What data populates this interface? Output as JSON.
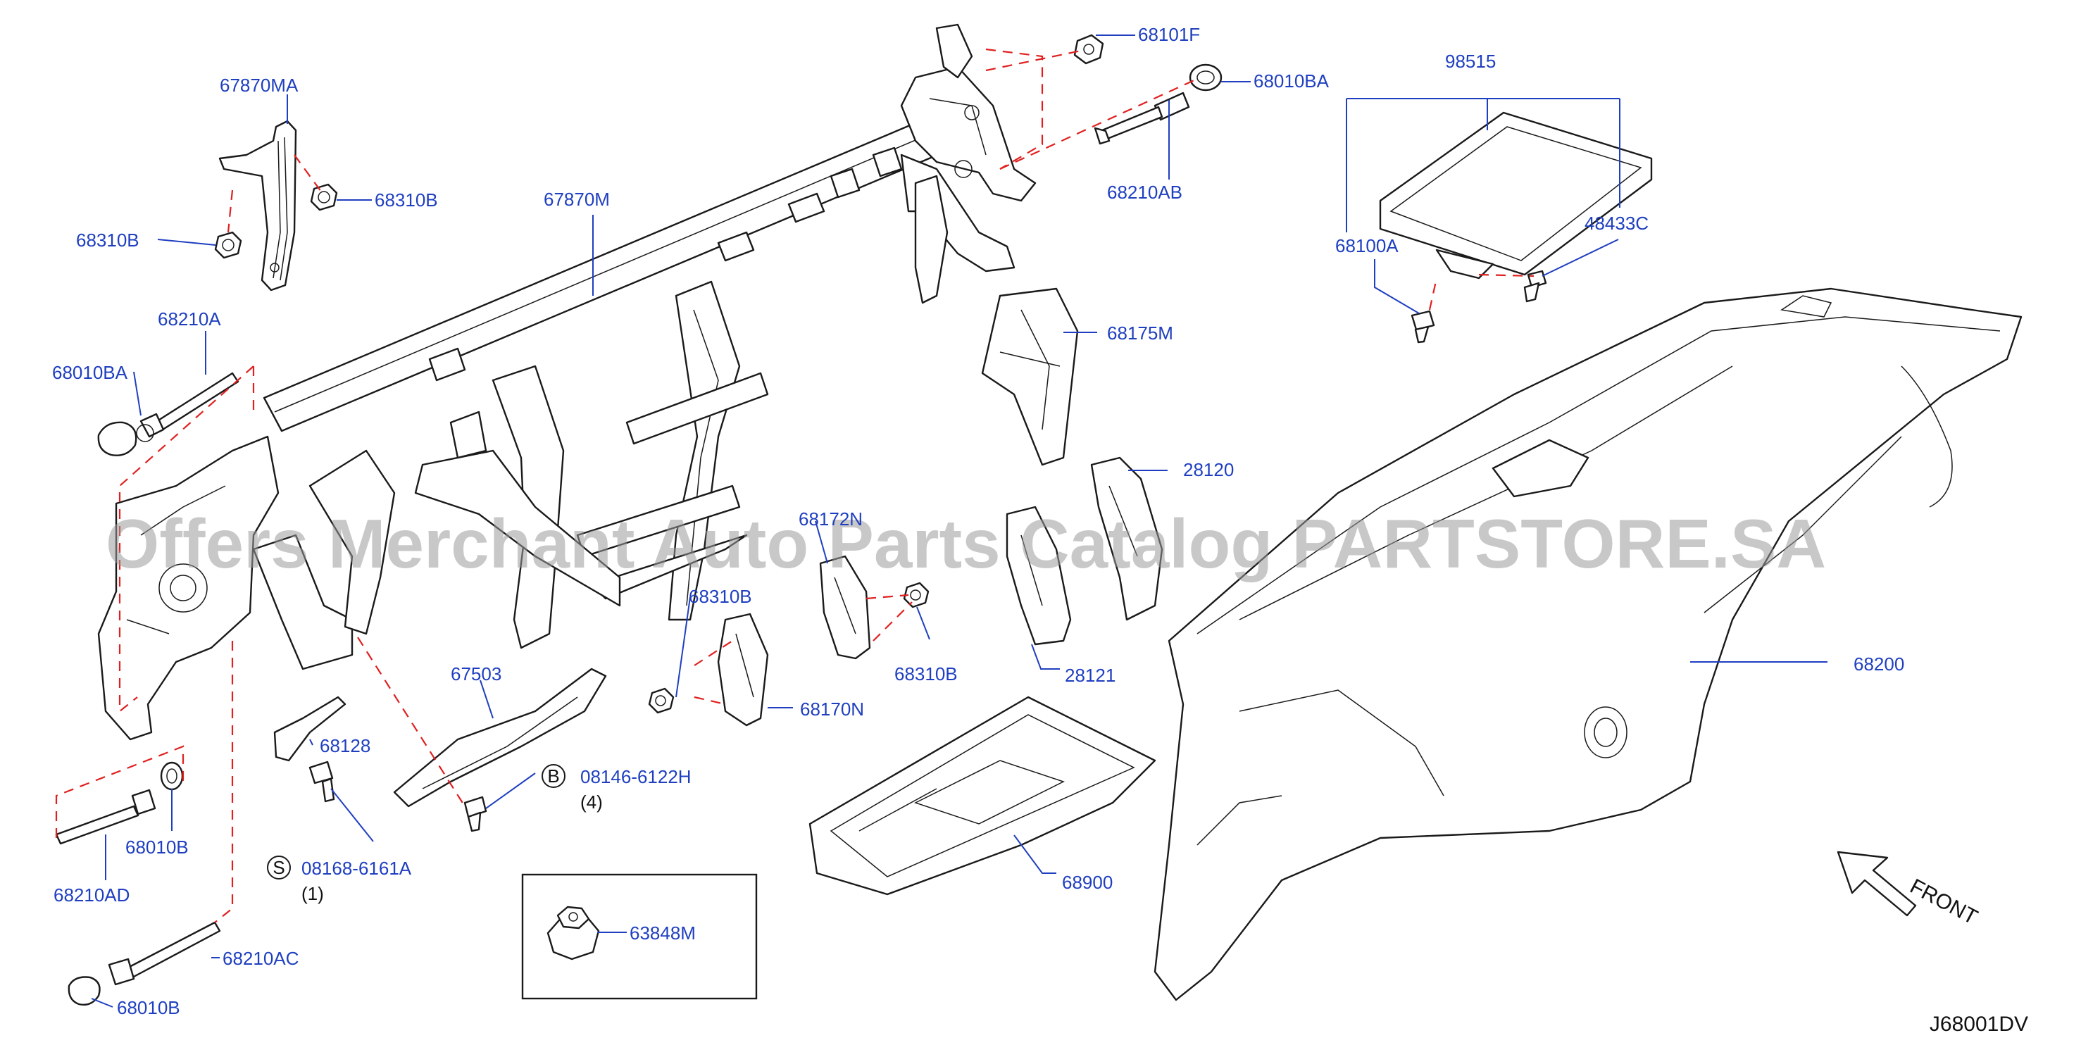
{
  "diagram": {
    "watermark": "Offers Merchant Auto Parts Catalog PARTSTORE.SA",
    "drawing_code": "J68001DV",
    "front_label": "FRONT",
    "colors": {
      "label": "#1f3fc0",
      "ink": "#1a1a1a",
      "dashed_guide": "#e02020"
    },
    "labels": {
      "p67870MA": "67870MA",
      "p68310B_a": "68310B",
      "p68310B_b": "68310B",
      "p67870M": "67870M",
      "p68101F": "68101F",
      "p68010BA_a": "68010BA",
      "p68210AB": "68210AB",
      "p98515": "98515",
      "p48433C": "48433C",
      "p68100A": "68100A",
      "p68210A": "68210A",
      "p68010BA_b": "68010BA",
      "p68175M": "68175M",
      "p28120": "28120",
      "p68172N": "68172N",
      "p68310B_c": "68310B",
      "p68310B_d": "68310B",
      "p28121": "28121",
      "p68200": "68200",
      "p67503": "67503",
      "p68170N": "68170N",
      "p68128": "68128",
      "p08146": "08146-6122H",
      "p08146_qty": "(4)",
      "p08146_marker": "B",
      "p68010B_a": "68010B",
      "p68210AD": "68210AD",
      "p08168": "08168-6161A",
      "p08168_qty": "(1)",
      "p08168_marker": "S",
      "p68900": "68900",
      "p63848M": "63848M",
      "p68210AC": "68210AC",
      "p68010B_b": "68010B"
    }
  }
}
